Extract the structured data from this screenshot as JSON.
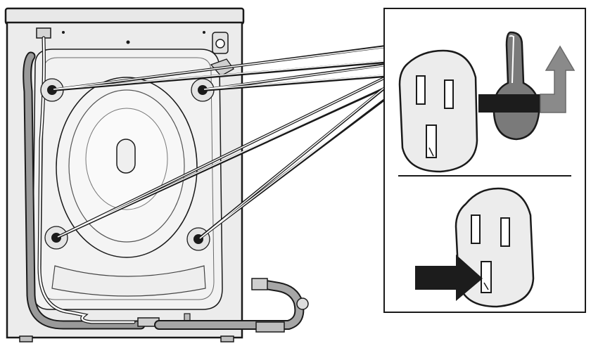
{
  "figure": {
    "kind": "installation-illustration",
    "subject": "washing-machine-rear-panel",
    "callout_count": 4,
    "detail_panels": [
      {
        "id": "transport-bolt-removal",
        "arrow": "up-arrow"
      },
      {
        "id": "keyhole-slot-reference",
        "arrow": "right-arrow"
      }
    ],
    "colors": {
      "line": "#1a1a1a",
      "panel_fill": "#e9e9e9",
      "plug_fill": "#ececec",
      "bolt_fill": "#7a7a7a",
      "arrow_fill": "#8a8a8a",
      "dark_arrow": "#1c1c1c",
      "background": "#ffffff"
    }
  }
}
